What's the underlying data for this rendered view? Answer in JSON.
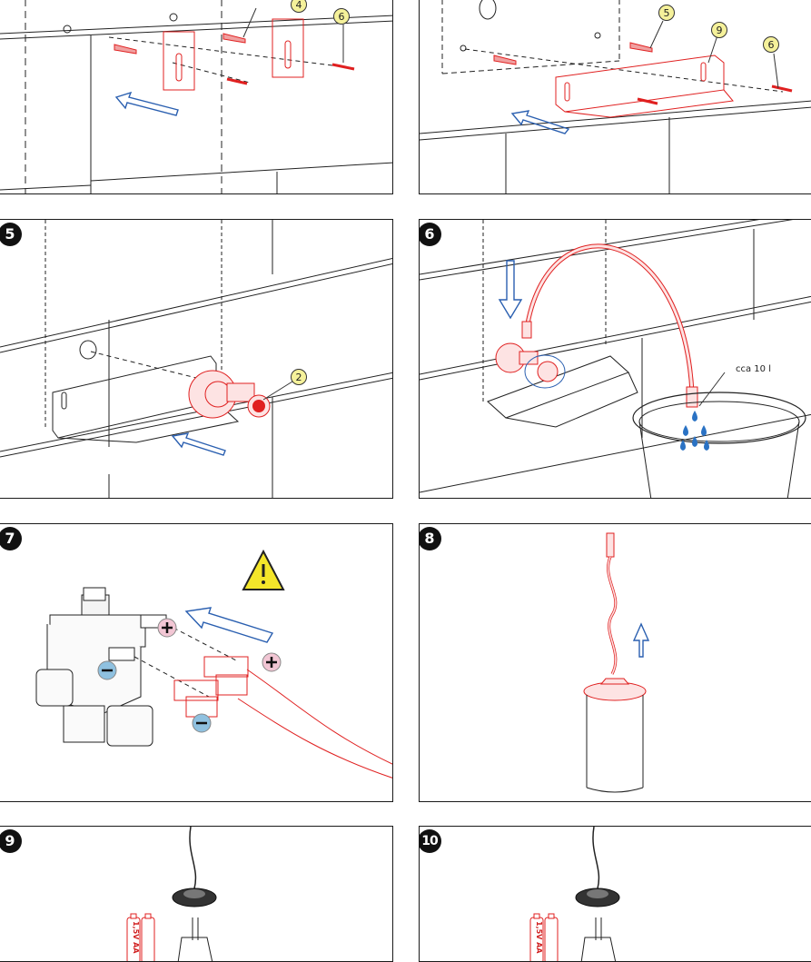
{
  "steps": [
    {
      "number": "",
      "callouts": [
        "4",
        "6"
      ]
    },
    {
      "number": "",
      "callouts": [
        "5",
        "9",
        "6"
      ]
    },
    {
      "number": "5",
      "callouts": [
        "2"
      ]
    },
    {
      "number": "6",
      "note": "cca 10 l"
    },
    {
      "number": "7",
      "symbols": [
        "plus",
        "plus",
        "minus",
        "minus"
      ],
      "warning": "!"
    },
    {
      "number": "8"
    },
    {
      "number": "9",
      "battery_label": "1,5V AA"
    },
    {
      "number": "10",
      "battery_label": "1,5V AA"
    }
  ],
  "colors": {
    "accent": "#e02020",
    "arrow": "#2a5fb0",
    "callout": "#f5f19a",
    "warning": "#f4e62a",
    "plus": "#f2c6d4",
    "minus": "#8fc1e0"
  }
}
